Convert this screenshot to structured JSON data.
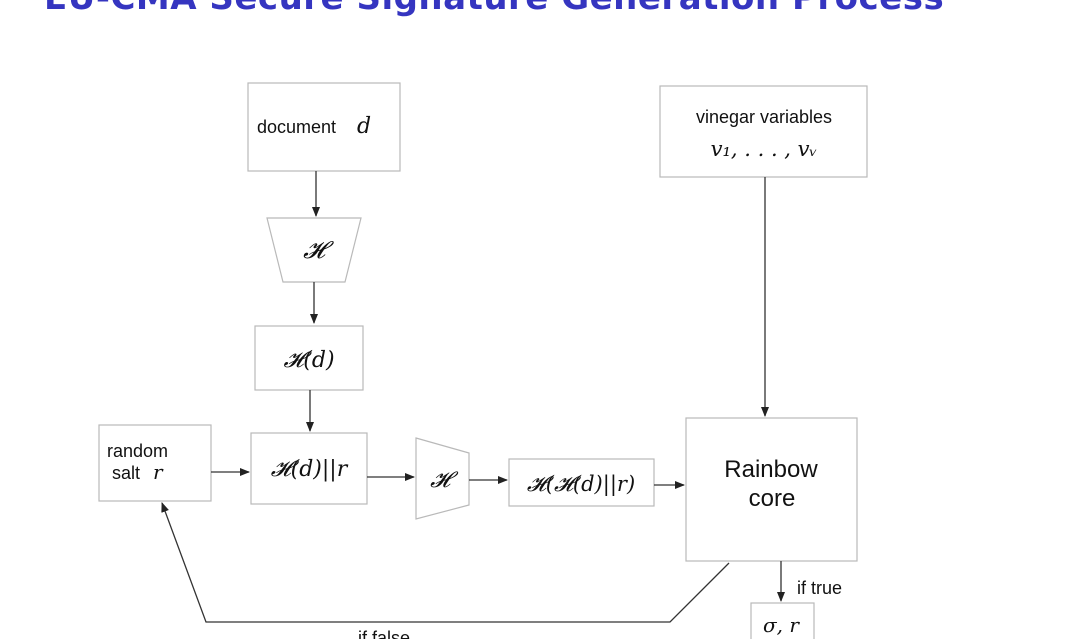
{
  "title": "EU-CMA Secure Signature Generation Process",
  "nodes": {
    "document": {
      "label": "document",
      "var": "d"
    },
    "hash1": {
      "label": "𝓗"
    },
    "hd": {
      "label": "𝓗(d)"
    },
    "concat": {
      "label": "𝓗(d)||r"
    },
    "hash2": {
      "label": "𝓗"
    },
    "hhd": {
      "label": "𝓗(𝓗(d)||r)"
    },
    "salt": {
      "line1": "random",
      "line2": "salt",
      "var": "r"
    },
    "vinegar": {
      "label": "vinegar variables",
      "vars": "v₁, . . . , vᵥ"
    },
    "rainbow": {
      "line1": "Rainbow",
      "line2": "core"
    },
    "output": {
      "label": "σ, r"
    }
  },
  "edges": {
    "if_true": "if true",
    "if_false": "if false"
  }
}
